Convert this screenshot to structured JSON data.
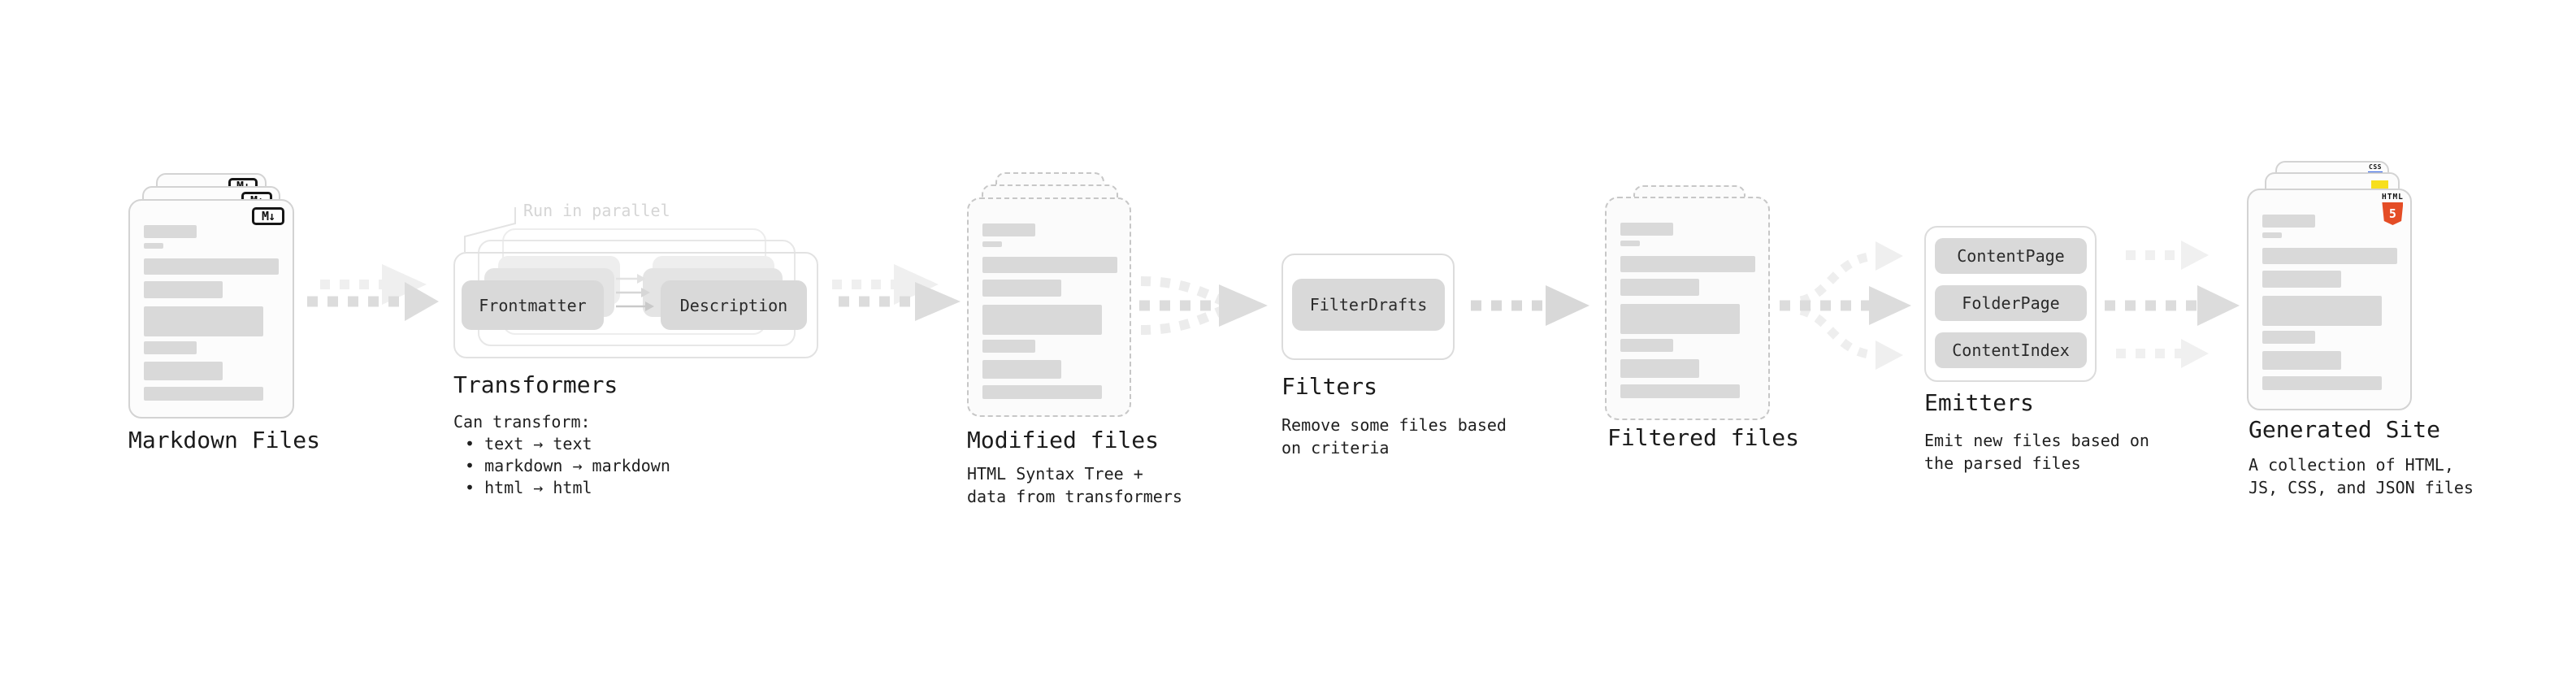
{
  "stages": {
    "markdown": {
      "title": "Markdown Files",
      "badge": "M↓"
    },
    "transformers": {
      "title": "Transformers",
      "annotation": "Run in parallel",
      "buttons": {
        "frontmatter": "Frontmatter",
        "description": "Description"
      },
      "caption": "Can transform:",
      "bullets": [
        "• text → text",
        "• markdown → markdown",
        "• html → html"
      ]
    },
    "modified": {
      "title": "Modified files",
      "caption": [
        "HTML Syntax Tree +",
        "data from transformers"
      ]
    },
    "filters": {
      "title": "Filters",
      "buttons": {
        "filter_drafts": "FilterDrafts"
      },
      "caption": [
        "Remove some files based",
        "on criteria"
      ]
    },
    "filtered": {
      "title": "Filtered files"
    },
    "emitters": {
      "title": "Emitters",
      "buttons": {
        "content_page": "ContentPage",
        "folder_page": "FolderPage",
        "content_index": "ContentIndex"
      },
      "caption": [
        "Emit new files based on",
        "the parsed files"
      ]
    },
    "generated": {
      "title": "Generated Site",
      "badges": {
        "css": "CSS",
        "html": "HTML",
        "html5": "5"
      },
      "caption": [
        "A collection of HTML,",
        "JS, CSS, and JSON files"
      ]
    }
  },
  "colors": {
    "html5_orange": "#e44d26",
    "js_yellow": "#f7df1e",
    "css_blue": "#2b5fe3",
    "bar_gray": "#d9d9d9",
    "button_gray": "#d9d9d9"
  },
  "decor": {
    "file_bars": [
      [
        17,
        30,
        65,
        16
      ],
      [
        17,
        52,
        24,
        7
      ],
      [
        17,
        71,
        166,
        20
      ],
      [
        17,
        99,
        97,
        21
      ],
      [
        17,
        130,
        147,
        37
      ],
      [
        17,
        173,
        65,
        16
      ],
      [
        17,
        198,
        97,
        23
      ],
      [
        17,
        229,
        147,
        17
      ]
    ]
  }
}
